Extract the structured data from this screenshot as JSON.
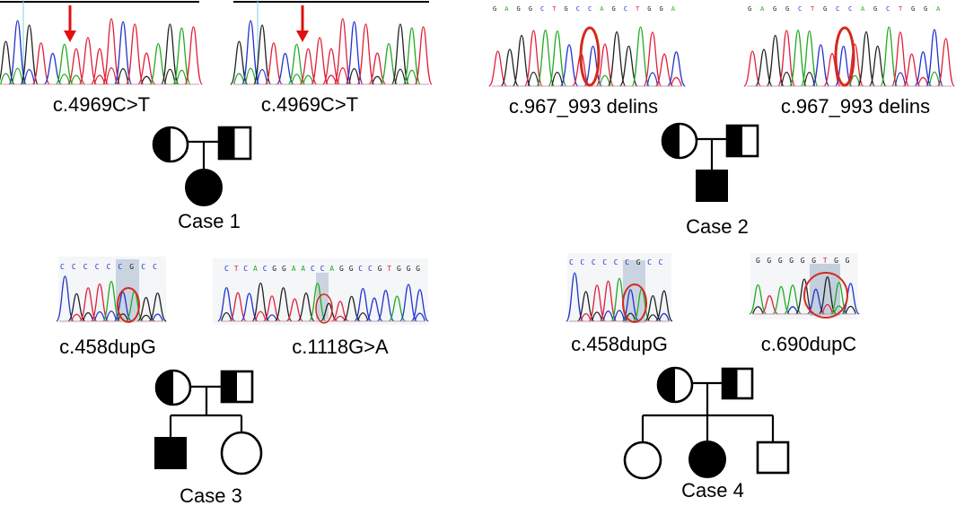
{
  "colors": {
    "A": "#22aa22",
    "C": "#2233cc",
    "G": "#222222",
    "T": "#e0203a",
    "highlight_circle": "#d42a1e",
    "arrow": "#e01010",
    "shade": "#b8c6d6"
  },
  "cases": [
    {
      "label": "Case 1",
      "variants": [
        {
          "caption": "c.4969C>T"
        },
        {
          "caption": "c.4969C>T"
        }
      ]
    },
    {
      "label": "Case 2",
      "variants": [
        {
          "caption": "c.967_993 delins",
          "bases": "GAGGCTGCCAGCTGGA"
        },
        {
          "caption": "c.967_993 delins",
          "bases": "GAGGCTGCCAGCTGGA"
        }
      ]
    },
    {
      "label": "Case 3",
      "variants": [
        {
          "caption": "c.458dupG",
          "bases": "CCCCCCGCC"
        },
        {
          "caption": "c.1118G>A",
          "bases": "CTCACGGAACCAGGCCGTGGG"
        }
      ]
    },
    {
      "label": "Case 4",
      "variants": [
        {
          "caption": "c.458dupG",
          "bases": "CCCCCCGCC"
        },
        {
          "caption": "c.690dupC",
          "bases": "GGGGGGTGG"
        }
      ]
    }
  ]
}
